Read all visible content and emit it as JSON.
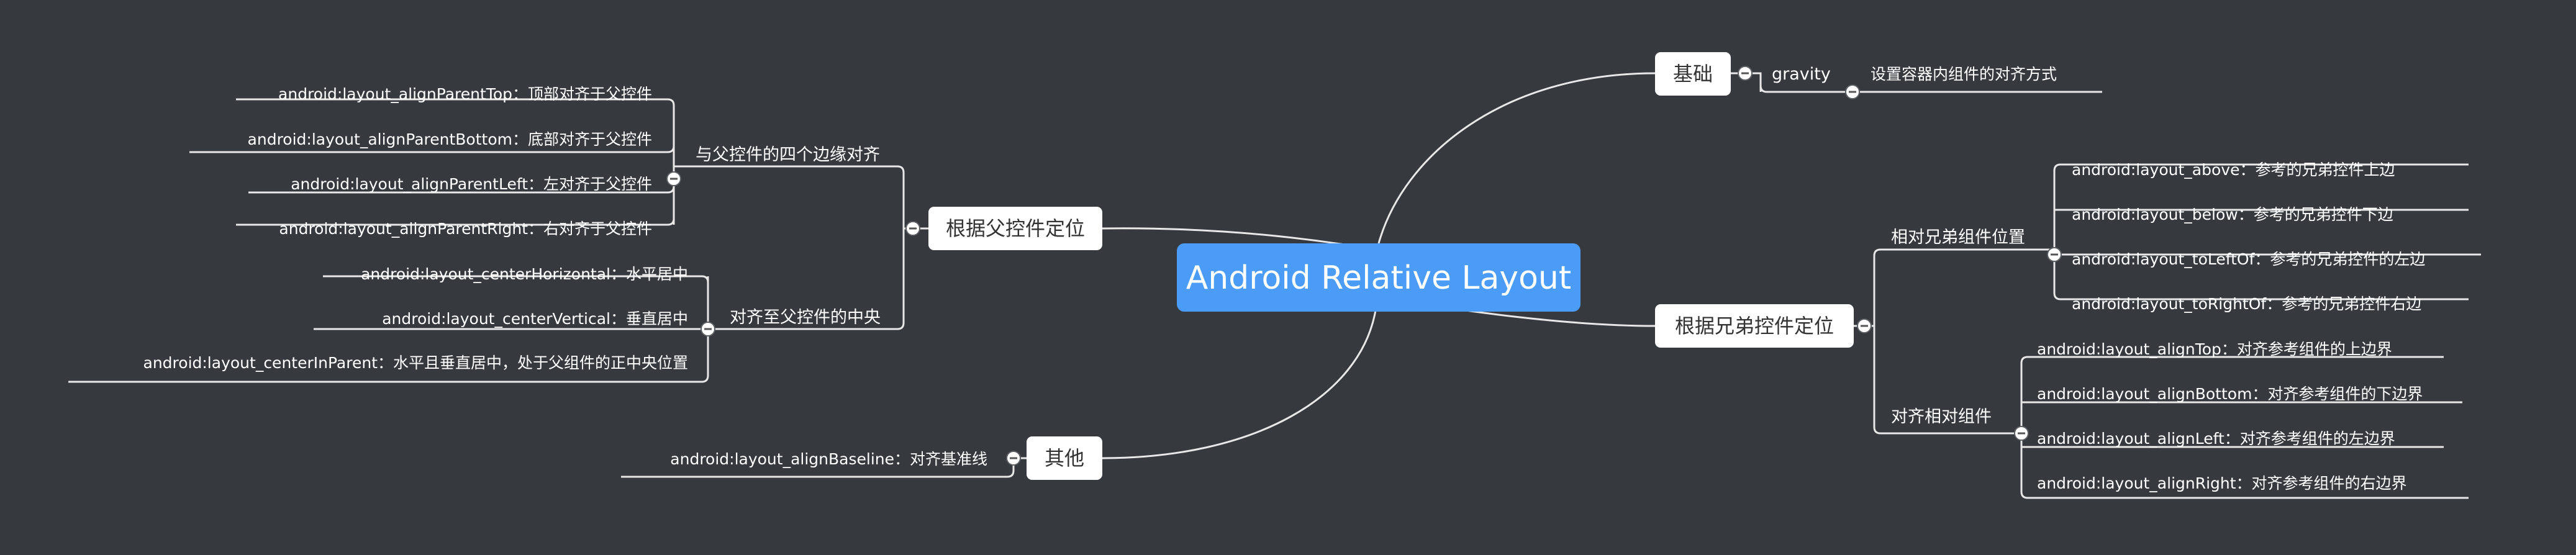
{
  "root": {
    "label": "Android Relative Layout"
  },
  "colors": {
    "background": "#363a3f",
    "root": "#4a9cf6",
    "line": "#e8e8e8",
    "topic": "#ffffff"
  },
  "topics": {
    "basic": {
      "label": "基础",
      "child": {
        "label": "gravity",
        "leaf": "设置容器内组件的对齐方式"
      }
    },
    "parent": {
      "label": "根据父控件定位",
      "groups": [
        {
          "label": "与父控件的四个边缘对齐",
          "items": [
            "android:layout_alignParentTop：顶部对齐于父控件",
            "android:layout_alignParentBottom：底部对齐于父控件",
            "android:layout_alignParentLeft：左对齐于父控件",
            "android:layout_alignParentRight：右对齐于父控件"
          ]
        },
        {
          "label": "对齐至父控件的中央",
          "items": [
            "android:layout_centerHorizontal：水平居中",
            "android:layout_centerVertical：垂直居中",
            "android:layout_centerInParent：水平且垂直居中，处于父组件的正中央位置"
          ]
        }
      ]
    },
    "other": {
      "label": "其他",
      "items": [
        "android:layout_alignBaseline：对齐基准线"
      ]
    },
    "sibling": {
      "label": "根据兄弟控件定位",
      "groups": [
        {
          "label": "相对兄弟组件位置",
          "items": [
            "android:layout_above：参考的兄弟控件上边",
            "android:layout_below：参考的兄弟控件下边",
            "android:layout_toLeftOf：参考的兄弟控件的左边",
            "android:layout_toRightOf：参考的兄弟控件右边"
          ]
        },
        {
          "label": "对齐相对组件",
          "items": [
            "android:layout_alignTop：对齐参考组件的上边界",
            "android:layout_alignBottom：对齐参考组件的下边界",
            "android:layout_alignLeft：对齐参考组件的左边界",
            "android:layout_alignRight：对齐参考组件的右边界"
          ]
        }
      ]
    }
  }
}
